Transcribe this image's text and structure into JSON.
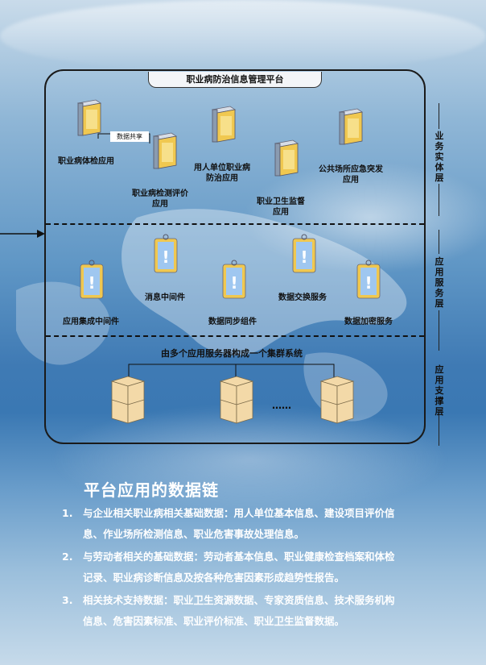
{
  "platform_title": "职业病防治信息管理平台",
  "data_share_label": "数据共享",
  "layers": {
    "business": "业务实体层",
    "service": "应用服务层",
    "support": "应用支撑层"
  },
  "business_apps": [
    {
      "label": "职业病体检应用"
    },
    {
      "label": "职业病检测评价\n应用"
    },
    {
      "label": "用人单位职业病\n防治应用"
    },
    {
      "label": "职业卫生监督\n应用"
    },
    {
      "label": "公共场所应急突发\n应用"
    }
  ],
  "service_items": [
    {
      "label": "应用集成中间件"
    },
    {
      "label": "消息中间件"
    },
    {
      "label": "数据同步组件"
    },
    {
      "label": "数据交换服务"
    },
    {
      "label": "数据加密服务"
    }
  ],
  "cluster_label": "由多个应用服务器构成一个集群系统",
  "ellipsis": "……",
  "heading": "平台应用的数据链",
  "items": [
    {
      "num": "1.",
      "line1": "与企业相关职业病相关基础数据：用人单位基本信息、建设项目评价信",
      "line2": "息、作业场所检测信息、职业危害事故处理信息。"
    },
    {
      "num": "2.",
      "line1": "与劳动者相关的基础数据：劳动者基本信息、职业健康检查档案和体检",
      "line2": "记录、职业病诊断信息及按各种危害因素形成趋势性报告。"
    },
    {
      "num": "3.",
      "line1": "相关技术支持数据：职业卫生资源数据、专家资质信息、技术服务机构",
      "line2": "信息、危害因素标准、职业评价标准、职业卫生监督数据。"
    }
  ],
  "colors": {
    "box_face": "#f0c850",
    "box_side": "#8a9bb0",
    "badge": "#3b7fd0"
  }
}
